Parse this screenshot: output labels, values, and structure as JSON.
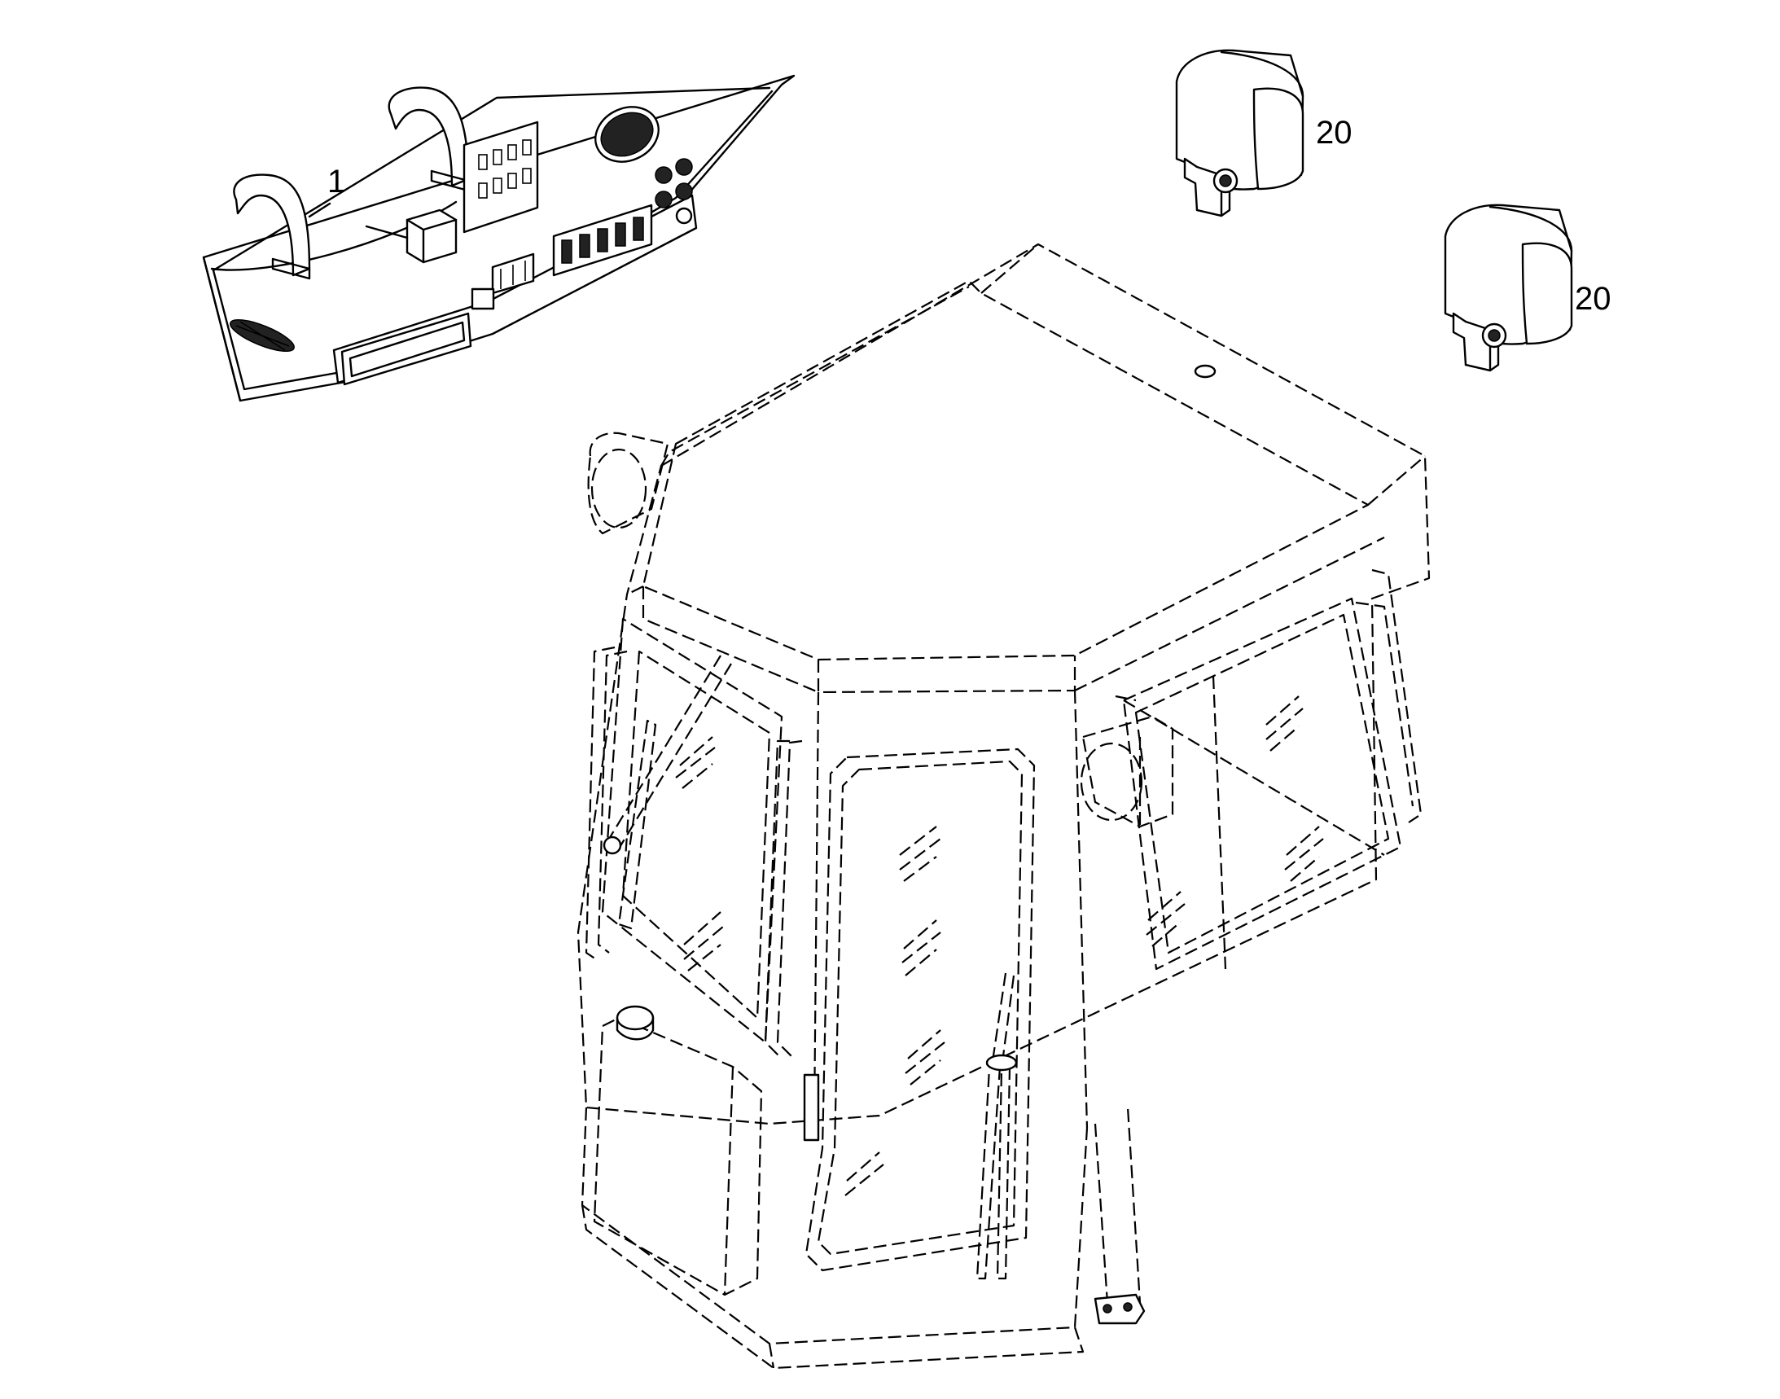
{
  "callouts": [
    {
      "id": "dashboard-panel",
      "label": "1"
    },
    {
      "id": "work-lamp-upper",
      "label": "20"
    },
    {
      "id": "work-lamp-lower",
      "label": "20"
    }
  ]
}
